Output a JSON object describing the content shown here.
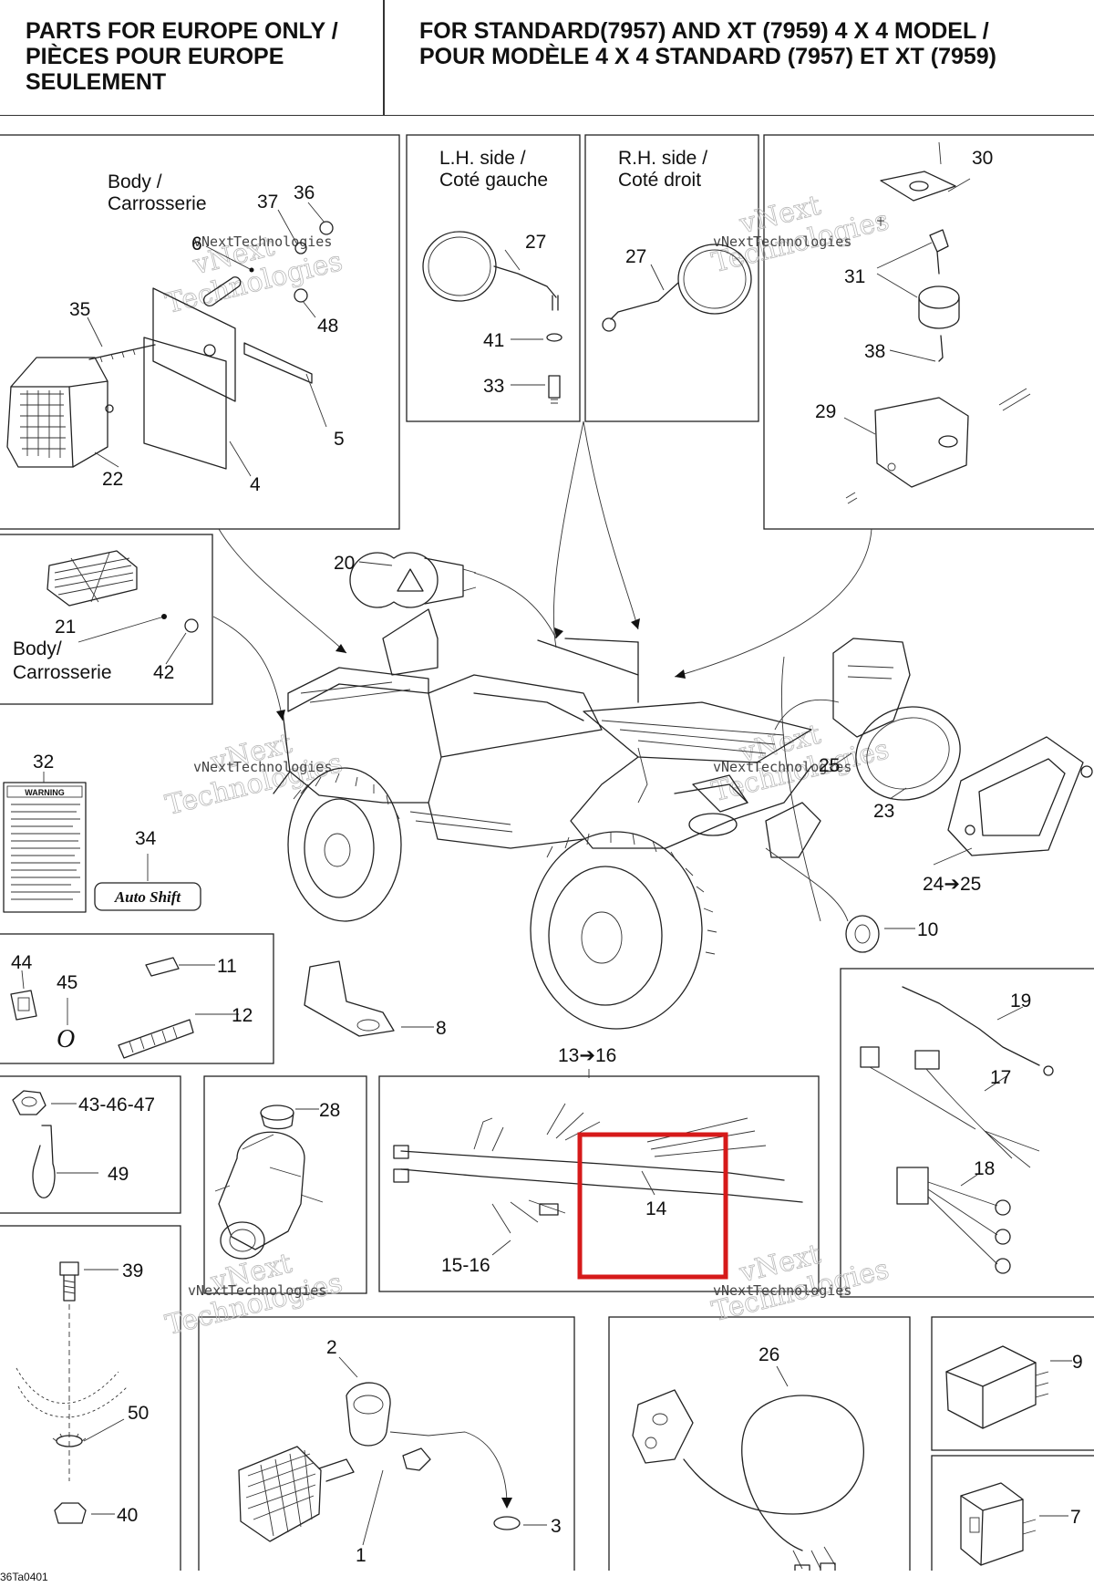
{
  "header": {
    "left_title": "PARTS FOR EUROPE ONLY /\nPIÈCES POUR EUROPE\nSEULEMENT",
    "right_title": "FOR STANDARD(7957) AND XT (7959) 4 X 4 MODEL /\nPOUR MODÈLE 4 X 4 STANDARD (7957) ET XT (7959)"
  },
  "captions": {
    "body_top_1": "Body /",
    "body_top_2": "Carrosserie",
    "lh_side_1": "L.H. side /",
    "lh_side_2": "Coté gauche",
    "rh_side_1": "R.H. side /",
    "rh_side_2": "Coté droit",
    "body_mid_1": "Body/",
    "body_mid_2": "Carrosserie"
  },
  "callouts": {
    "c1": "1",
    "c2": "2",
    "c3": "3",
    "c4": "4",
    "c5": "5",
    "c6": "6",
    "c7": "7",
    "c8": "8",
    "c9": "9",
    "c10": "10",
    "c11": "11",
    "c12": "12",
    "c13_16": "13➔16",
    "c14": "14",
    "c15_16": "15-16",
    "c17": "17",
    "c18": "18",
    "c19": "19",
    "c20": "20",
    "c21": "21",
    "c22": "22",
    "c23": "23",
    "c24_25": "24➔25",
    "c25": "25",
    "c26": "26",
    "c27_lh": "27",
    "c27_rh": "27",
    "c28": "28",
    "c29": "29",
    "c30": "30",
    "c31": "31",
    "c32": "32",
    "c33": "33",
    "c34": "34",
    "c35": "35",
    "c36": "36",
    "c37": "37",
    "c38": "38",
    "c39": "39",
    "c40": "40",
    "c41": "41",
    "c42": "42",
    "c43_46_47": "43-46-47",
    "c44": "44",
    "c45": "45",
    "c48": "48",
    "c49": "49",
    "c50": "50"
  },
  "labels": {
    "oring": "O",
    "warning": "WARNING",
    "autoshift": "Auto Shift"
  },
  "watermark": {
    "line1": "vNext",
    "line2": "Technologies"
  },
  "highlight": {
    "color": "#d61a1a"
  },
  "footer": {
    "code": "36Ta0401"
  }
}
